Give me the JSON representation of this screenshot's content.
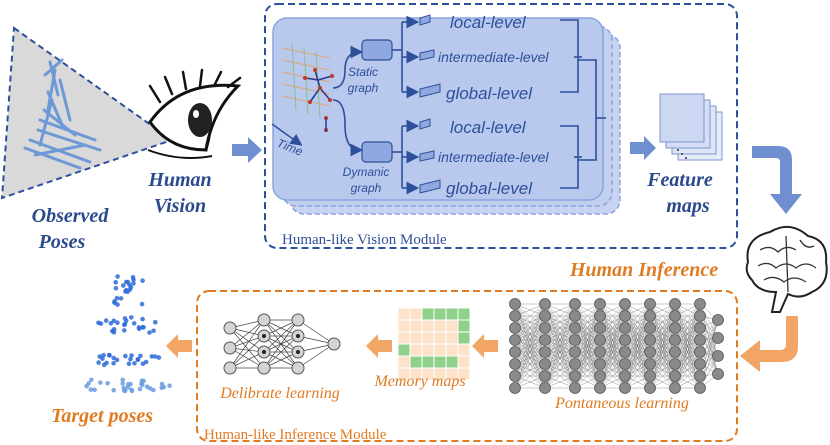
{
  "labels": {
    "observed_line1": "Observed",
    "observed_line2": "Poses",
    "human_vision_line1": "Human",
    "human_vision_line2": "Vision",
    "feature_maps_line1": "Feature",
    "feature_maps_line2": "maps",
    "human_inference": "Human Inference",
    "target_poses": "Target poses",
    "delibrate_learning": "Delibrate learning",
    "memory_maps": "Memory maps",
    "pontaneous_learning": "Pontaneous learning",
    "static_graph_line1": "Static",
    "static_graph_line2": "graph",
    "dynamic_graph_line1": "Dymanic",
    "dynamic_graph_line2": "graph",
    "time": "Time"
  },
  "levels": {
    "static": [
      "local-level",
      "intermediate-level",
      "global-level"
    ],
    "dynamic": [
      "local-level",
      "intermediate-level",
      "global-level"
    ]
  },
  "modules": {
    "vision": "Human-like Vision Module",
    "inference": "Human-like Inference Module"
  },
  "colors": {
    "blue_text": "#2b4a8c",
    "orange_text": "#e07b22",
    "vision_border": "#2e4f9a",
    "inference_border": "#e07b22",
    "arrow_blue": "#6f8fd0",
    "arrow_orange": "#f3a566",
    "graph_panel": "#b9c9ee",
    "memory_green": "#8fd18b",
    "memory_peach": "#fbe2c8"
  }
}
